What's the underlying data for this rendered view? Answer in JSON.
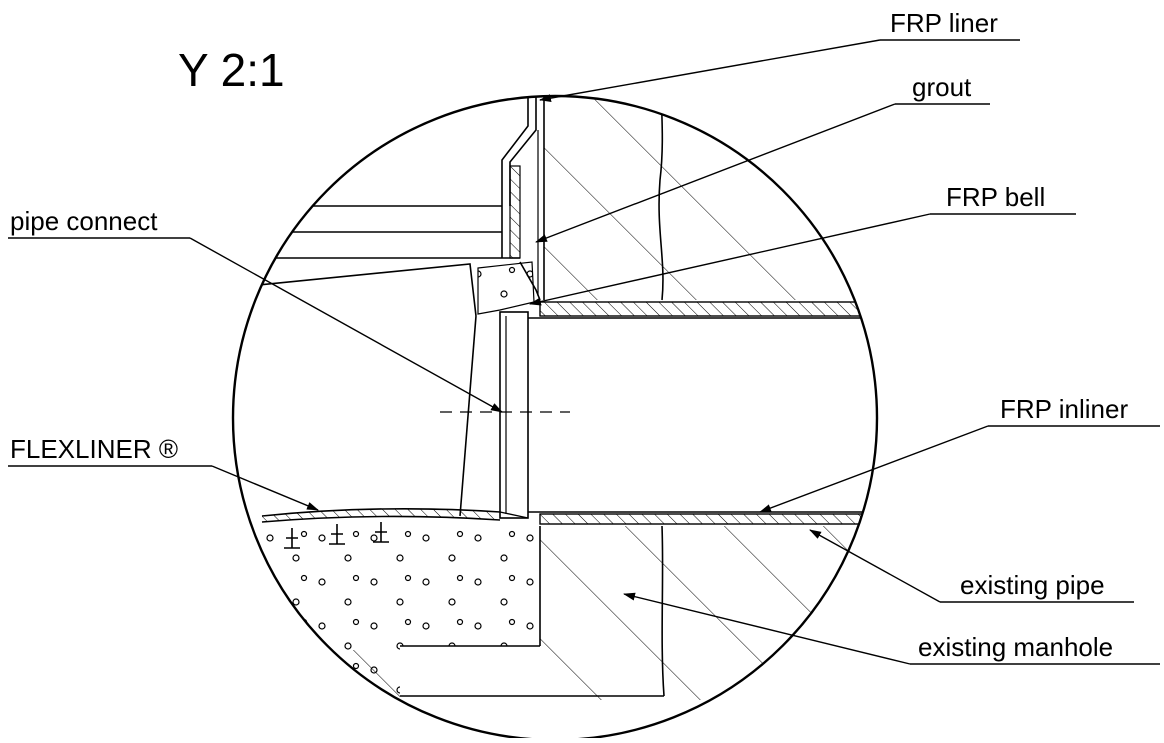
{
  "detail": {
    "title": "Y 2:1"
  },
  "labels": {
    "frp_liner": "FRP liner",
    "grout": "grout",
    "frp_bell": "FRP bell",
    "pipe_connect": "pipe connect",
    "frp_inliner": "FRP inliner",
    "flexliner": "FLEXLINER ®",
    "existing_pipe": "existing pipe",
    "existing_manhole": "existing manhole"
  }
}
